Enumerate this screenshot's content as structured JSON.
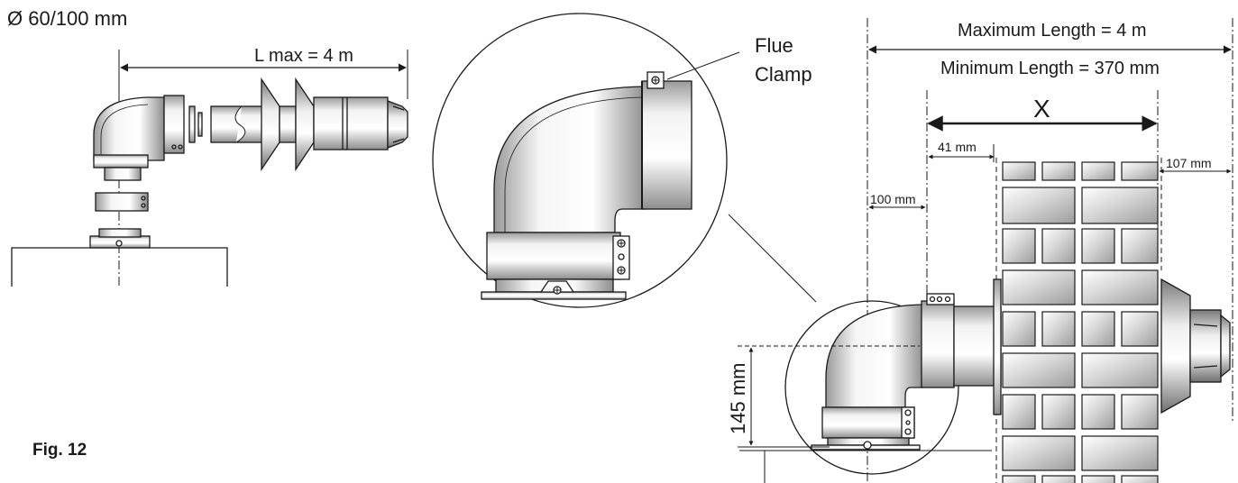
{
  "labels": {
    "diameter": "Ø 60/100 mm",
    "l_max": "L max = 4 m",
    "flue_clamp_line1": "Flue",
    "flue_clamp_line2": "Clamp",
    "max_length": "Maximum Length = 4 m",
    "min_length": "Minimum Length = 370 mm",
    "x": "X",
    "dim_41": "41 mm",
    "dim_100": "100 mm",
    "dim_107": "107 mm",
    "dim_145": "145 mm",
    "fig": "Fig. 12"
  },
  "colors": {
    "line": "#1a1a1a",
    "brick": "#c9c9c9",
    "pipe_shade": "#e4e4e4"
  }
}
